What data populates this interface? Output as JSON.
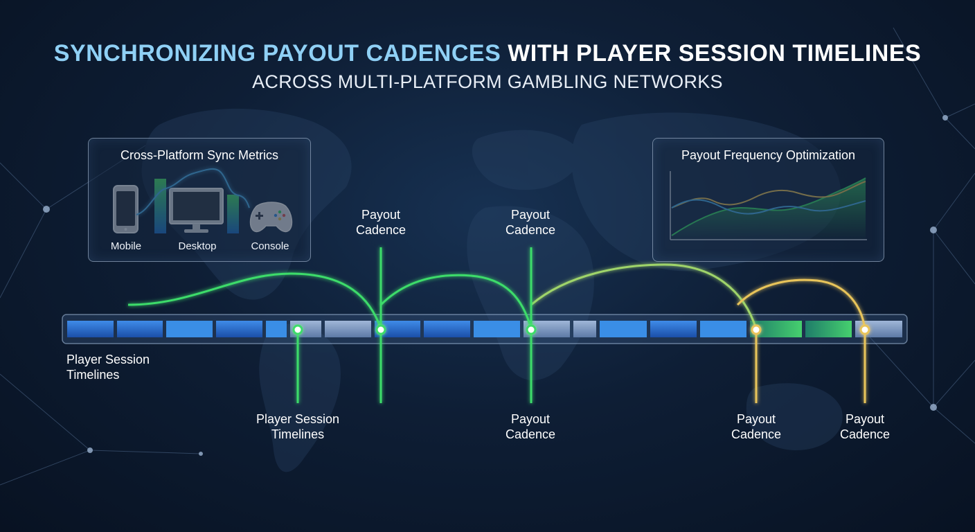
{
  "header": {
    "title_highlight": "SYNCHRONIZING PAYOUT CADENCES",
    "title_rest": "WITH PLAYER SESSION TIMELINES",
    "subtitle": "ACROSS MULTI-PLATFORM GAMBLING NETWORKS"
  },
  "sync_panel": {
    "title": "Cross-Platform Sync Metrics",
    "devices": [
      "Mobile",
      "Desktop",
      "Console"
    ],
    "icons": [
      "phone-icon",
      "monitor-icon",
      "gamepad-icon"
    ]
  },
  "frequency_panel": {
    "title": "Payout Frequency Optimization"
  },
  "timeline": {
    "left_label_line1": "Player Session",
    "left_label_line2": "Timelines"
  },
  "markers": {
    "top_1": {
      "line1": "Payout",
      "line2": "Cadence"
    },
    "top_2": {
      "line1": "Payout",
      "line2": "Cadence"
    },
    "bottom_1": {
      "line1": "Player Session",
      "line2": "Timelines"
    },
    "bottom_2": {
      "line1": "Payout",
      "line2": "Cadence"
    },
    "bottom_3": {
      "line1": "Payout",
      "line2": "Cadence"
    },
    "bottom_4": {
      "line1": "Payout",
      "line2": "Cadence"
    }
  },
  "colors": {
    "green": "#3ddc6a",
    "yellow": "#e8c45a",
    "blue": "#3a8ee6",
    "title_blue": "#8fd0f5"
  }
}
